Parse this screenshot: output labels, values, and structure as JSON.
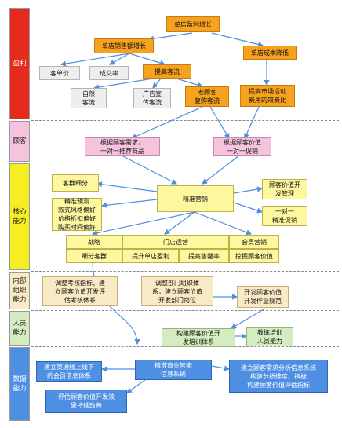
{
  "bands": {
    "profit": "盈利",
    "customer": "顾客",
    "core": "核心\n能力",
    "org": "内部\n组织\n能力",
    "people": "人员\n能力",
    "data": "数据\n能力"
  },
  "nodes": {
    "profit_growth": "单店盈利增长",
    "sales_growth": "单店销售额增长",
    "cost_down": "单店成本降低",
    "unit_price": "客单价",
    "conversion": "成交率",
    "traffic": "提高客流",
    "natural_traffic": "自然\n客流",
    "ad_traffic": "广告宣\n传客流",
    "repeat_traffic": "老顾客\n复购客流",
    "market_efficiency": "提高市场活动\n费用的效费比",
    "recommend": "根据顾客需求，\n一对一推荐商品",
    "promotion": "根据顾客价值\n一对一促销",
    "segmentation": "客群细分",
    "predict": "精准预测\n款式风格偏好\n价格折扣偏好\n购买时间偏好",
    "precision_marketing": "精准营销",
    "value_mgmt": "顾客价值开\n发管理",
    "precision_promo": "一对一\n精准促销",
    "adjust_kpi": "调整考核指标，建\n立顾客价值开发评\n估考核体系",
    "adjust_org": "调整部门组织体\n系，建立顾客价值\n开发部门岗位",
    "dev_norms": "开发顾客价值\n开发作业规范",
    "training_system": "构建顾客价值开\n发培训体系",
    "train_ability": "教练培训\n人员能力",
    "member_info": "建立贯通线上线下\n的会员信息体系",
    "bi_system": "精准商业智能\n信息系统",
    "analysis_system": "建立顾客需求分析信息系统\n构建分析维度、指标\n构建顾客价值评估指标",
    "eval_effect": "评估顾客价值开发效\n果持续改善"
  },
  "capability_table": {
    "headers": [
      "战略",
      "门店运营",
      "会员营销"
    ],
    "cells": [
      "细分客群",
      "提升单店盈利",
      "提高售罄率",
      "挖掘顾客价值"
    ]
  },
  "colors": {
    "orange": "#f6a21e",
    "gray": "#eeeeee",
    "pink": "#f6c3dd",
    "yellow": "#fdf7a0",
    "beige": "#f9e9c4",
    "green": "#d4ecc0",
    "blue": "#4e8fe3",
    "arrow": "#4e8fe3"
  }
}
